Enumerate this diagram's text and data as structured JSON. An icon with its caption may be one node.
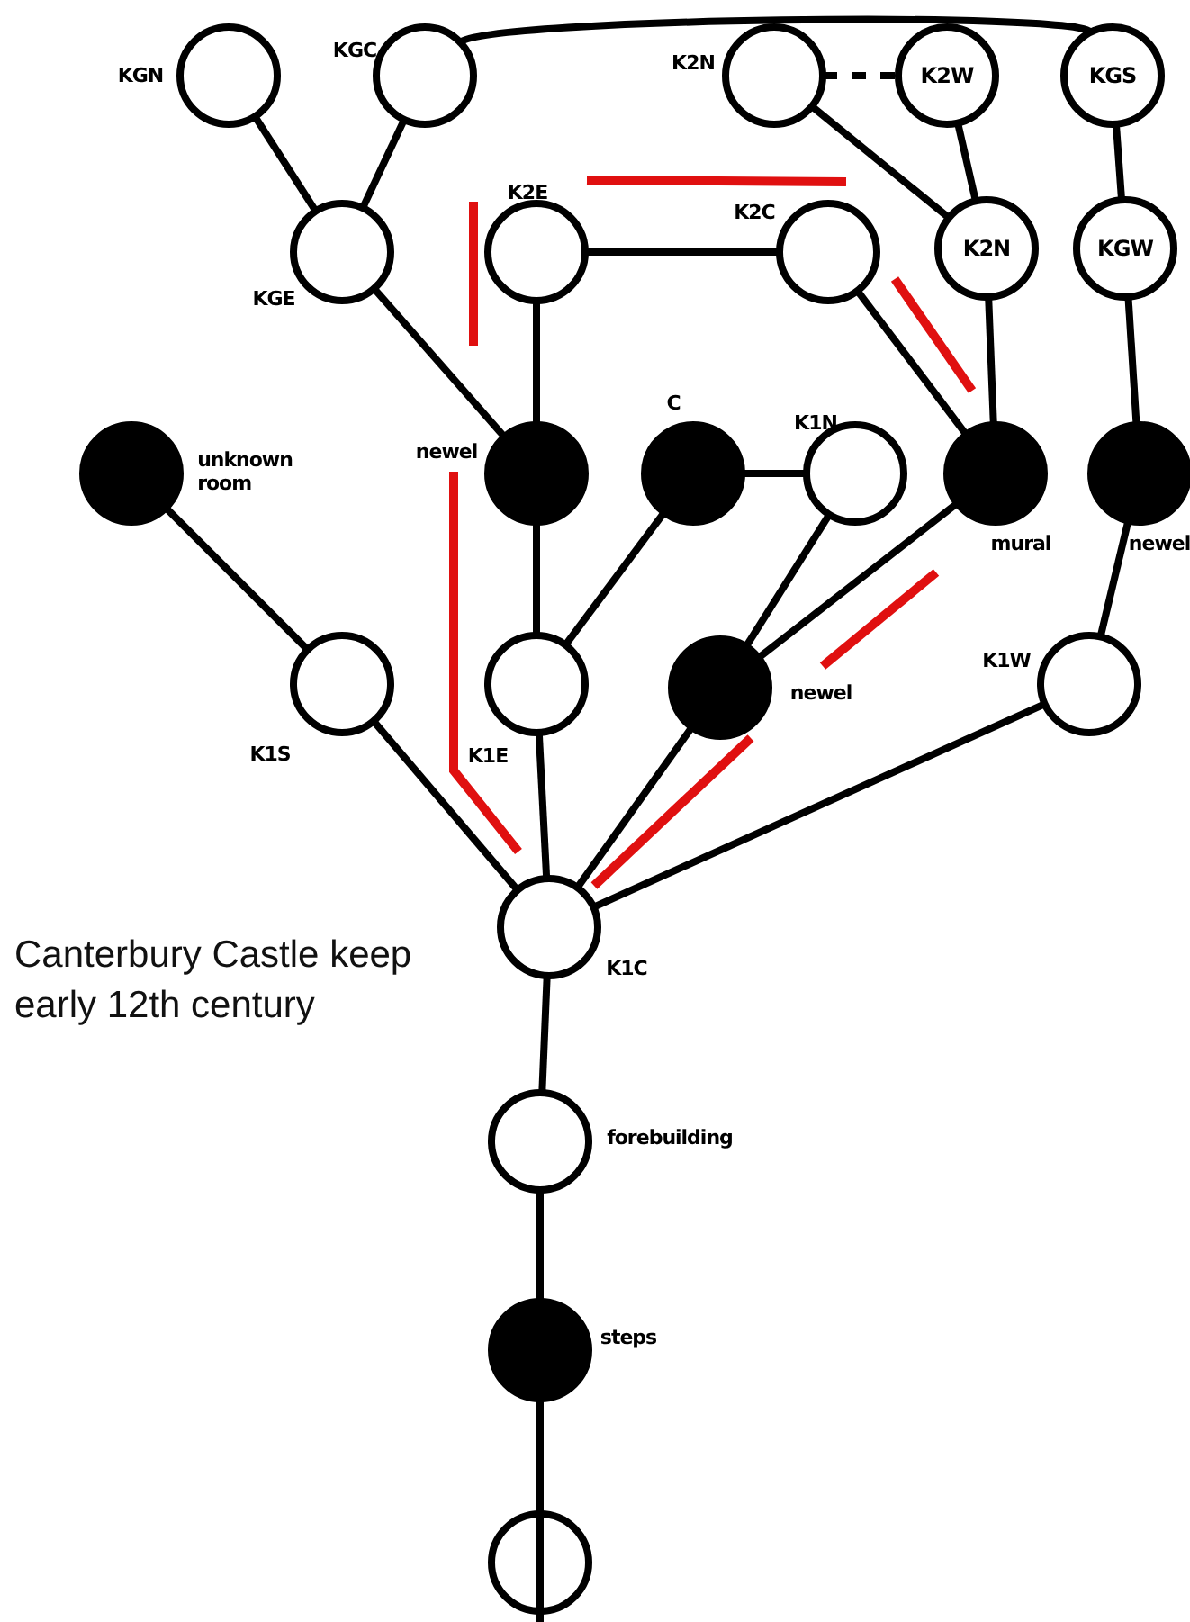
{
  "diagram": {
    "title": "Canterbury Castle keep early 12th century",
    "nodes": [
      {
        "text": [
          "KGN"
        ]
      },
      {
        "text": [
          "KGC"
        ]
      },
      {
        "text": [
          "K2N"
        ]
      },
      {
        "text": [
          "K2W"
        ]
      },
      {
        "text": [
          "KGS"
        ]
      },
      {
        "text": [
          "KGE"
        ]
      },
      {
        "text": [
          "K2E"
        ]
      },
      {
        "text": [
          "K2C"
        ]
      },
      {
        "text": [
          "K2N"
        ]
      },
      {
        "text": [
          "KGW"
        ]
      },
      {
        "text": [
          "unknown room"
        ]
      },
      {
        "text": [
          "newel"
        ]
      },
      {
        "text": [
          "C"
        ]
      },
      {
        "text": [
          "K1N"
        ]
      },
      {
        "text": [
          "mural"
        ]
      },
      {
        "text": [
          "newel"
        ]
      },
      {
        "text": [
          "K1S"
        ]
      },
      {
        "text": [
          "K1E"
        ]
      },
      {
        "text": [
          "newel"
        ]
      },
      {
        "text": [
          "K1W"
        ]
      },
      {
        "text": [
          "K1C"
        ]
      },
      {
        "text": [
          "forebuilding"
        ]
      },
      {
        "text": [
          "steps"
        ]
      },
      {
        "text": [],
        "shape": "circle"
      }
    ],
    "edges": [
      {
        "from": 0,
        "to": 5,
        "arrow": "none"
      },
      {
        "from": 1,
        "to": 5,
        "arrow": "none"
      },
      {
        "from": 1,
        "to": 4,
        "arrow": "none"
      },
      {
        "from": 2,
        "to": 3,
        "arrow": "none",
        "style": "dashed"
      },
      {
        "from": 2,
        "to": 8,
        "arrow": "none"
      },
      {
        "from": 3,
        "to": 8,
        "arrow": "none"
      },
      {
        "from": 4,
        "to": 9,
        "arrow": "none"
      },
      {
        "from": 5,
        "to": 11,
        "arrow": "none"
      },
      {
        "from": 6,
        "to": 7,
        "arrow": "none"
      },
      {
        "from": 6,
        "to": 11,
        "arrow": "none"
      },
      {
        "from": 7,
        "to": 14,
        "arrow": "none"
      },
      {
        "from": 8,
        "to": 14,
        "arrow": "none"
      },
      {
        "from": 9,
        "to": 15,
        "arrow": "none"
      },
      {
        "from": 10,
        "to": 16,
        "arrow": "none"
      },
      {
        "from": 11,
        "to": 17,
        "arrow": "none"
      },
      {
        "from": 12,
        "to": 13,
        "arrow": "none"
      },
      {
        "from": 12,
        "to": 17,
        "arrow": "none"
      },
      {
        "from": 13,
        "to": 18,
        "arrow": "none"
      },
      {
        "from": 14,
        "to": 18,
        "arrow": "none"
      },
      {
        "from": 15,
        "to": 19,
        "arrow": "none"
      },
      {
        "from": 16,
        "to": 20,
        "arrow": "none"
      },
      {
        "from": 17,
        "to": 20,
        "arrow": "none"
      },
      {
        "from": 18,
        "to": 20,
        "arrow": "none"
      },
      {
        "from": 19,
        "to": 20,
        "arrow": "none"
      },
      {
        "from": 20,
        "to": 21,
        "arrow": "none"
      },
      {
        "from": 21,
        "to": 22,
        "arrow": "none"
      },
      {
        "from": 22,
        "to": 23,
        "arrow": "none"
      }
    ]
  }
}
